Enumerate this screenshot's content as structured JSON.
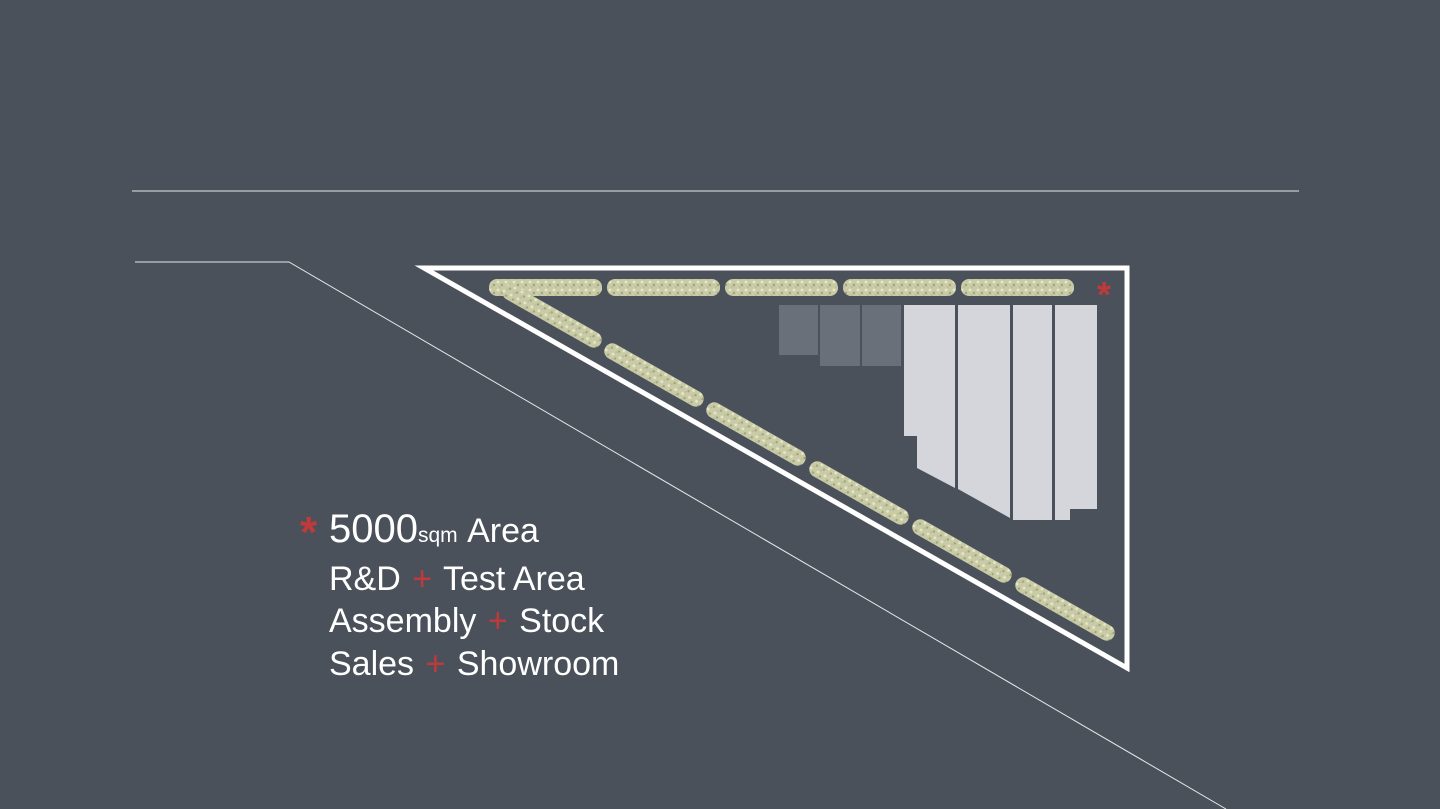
{
  "colors": {
    "background": "#4a515a",
    "outline": "#ffffff",
    "accent": "#c0393b",
    "hedge": "#c9cba6",
    "building_light": "#d4d6dc",
    "building_dark": "#6a707a",
    "thin_line": "#e8e8e8"
  },
  "icons": {
    "site_marker": "asterisk-icon",
    "legend_marker": "asterisk-icon",
    "separator": "plus-icon"
  },
  "site_marker_glyph": "*",
  "legend": {
    "marker": "*",
    "area_value": "5000",
    "area_unit": "sqm",
    "area_label": "Area",
    "rows": [
      {
        "left": "R&D",
        "sep": "+",
        "right": "Test Area"
      },
      {
        "left": "Assembly",
        "sep": "+",
        "right": "Stock"
      },
      {
        "left": "Sales",
        "sep": "+",
        "right": "Showroom"
      }
    ]
  }
}
